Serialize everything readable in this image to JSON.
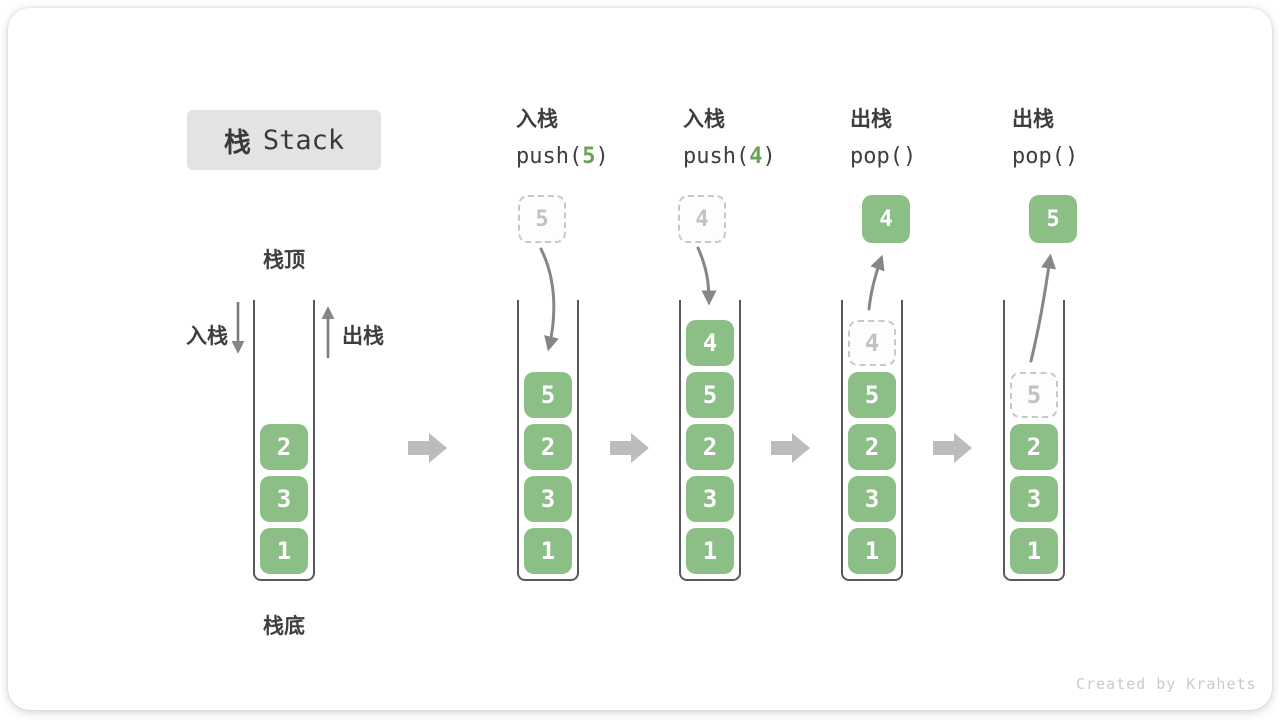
{
  "title": {
    "zh": "栈",
    "en": "Stack"
  },
  "labels": {
    "stack_top": "栈顶",
    "stack_bottom": "栈底",
    "push_side": "入栈",
    "pop_side": "出栈"
  },
  "operations": [
    {
      "name": "入栈",
      "code_before": "push(",
      "code_arg": "5",
      "code_after": ")"
    },
    {
      "name": "入栈",
      "code_before": "push(",
      "code_arg": "4",
      "code_after": ")"
    },
    {
      "name": "出栈",
      "code_before": "pop(",
      "code_arg": "",
      "code_after": ")"
    },
    {
      "name": "出栈",
      "code_before": "pop(",
      "code_arg": "",
      "code_after": ")"
    }
  ],
  "floating_values": [
    {
      "value": "5",
      "style": "dashed"
    },
    {
      "value": "4",
      "style": "dashed"
    },
    {
      "value": "4",
      "style": "solid"
    },
    {
      "value": "5",
      "style": "solid"
    }
  ],
  "stacks": [
    {
      "name": "initial",
      "blocks": [
        {
          "value": "2"
        },
        {
          "value": "3"
        },
        {
          "value": "1"
        }
      ]
    },
    {
      "name": "after-push-5",
      "blocks": [
        {
          "value": "5"
        },
        {
          "value": "2"
        },
        {
          "value": "3"
        },
        {
          "value": "1"
        }
      ]
    },
    {
      "name": "after-push-4",
      "blocks": [
        {
          "value": "4"
        },
        {
          "value": "5"
        },
        {
          "value": "2"
        },
        {
          "value": "3"
        },
        {
          "value": "1"
        }
      ]
    },
    {
      "name": "after-pop-4",
      "blocks": [
        {
          "value": "4",
          "ghost": true
        },
        {
          "value": "5"
        },
        {
          "value": "2"
        },
        {
          "value": "3"
        },
        {
          "value": "1"
        }
      ]
    },
    {
      "name": "after-pop-5",
      "blocks": [
        {
          "value": "5",
          "ghost": true
        },
        {
          "value": "2"
        },
        {
          "value": "3"
        },
        {
          "value": "1"
        }
      ]
    }
  ],
  "watermark": "Created by Krahets",
  "colors": {
    "block_green": "#8cbf85",
    "code_arg_green": "#68a457",
    "ghost_gray": "#c8c8c8",
    "arrow_gray": "#868686",
    "step_arrow_gray": "#bcbcbc",
    "title_box_bg": "#e3e3e3",
    "text_dark": "#3e3e3e",
    "watermark_gray": "#cbcbcb"
  }
}
